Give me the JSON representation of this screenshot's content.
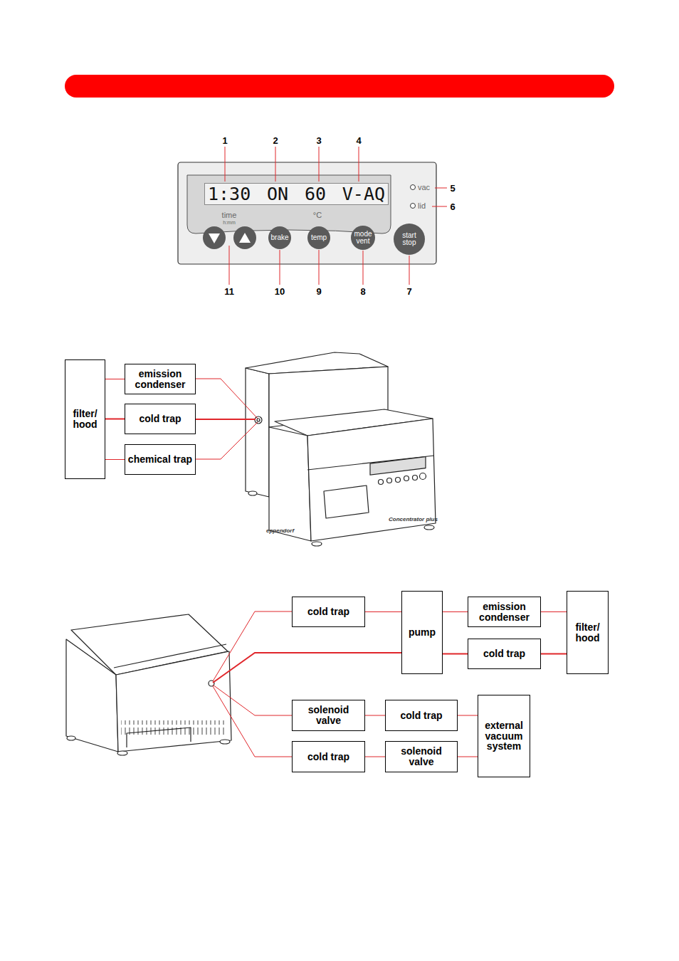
{
  "diagram": {
    "nodes": [
      {
        "text": [
          "1:30",
          "ON",
          "60",
          "V-AQ"
        ]
      },
      {
        "text": [
          "brake"
        ]
      },
      {
        "text": [
          "temp"
        ]
      },
      {
        "text": [
          "mode vent"
        ]
      },
      {
        "text": [
          "start stop"
        ]
      },
      {
        "text": [
          "filter/ hood"
        ]
      },
      {
        "text": [
          "emission condenser"
        ]
      },
      {
        "text": [
          "cold trap"
        ]
      },
      {
        "text": [
          "chemical trap"
        ]
      },
      {
        "text": [
          "cold trap"
        ]
      },
      {
        "text": [
          "pump"
        ]
      },
      {
        "text": [
          "emission condenser"
        ]
      },
      {
        "text": [
          "cold trap"
        ]
      },
      {
        "text": [
          "filter/ hood"
        ]
      },
      {
        "text": [
          "solenoid valve"
        ]
      },
      {
        "text": [
          "cold trap"
        ]
      },
      {
        "text": [
          "external vacuum system"
        ]
      },
      {
        "text": [
          "cold trap"
        ]
      },
      {
        "text": [
          "solenoid valve"
        ]
      }
    ],
    "edges": [
      {
        "from": 5,
        "to": 6,
        "arrow": "none"
      },
      {
        "from": 5,
        "to": 7,
        "arrow": "none"
      },
      {
        "from": 5,
        "to": 8,
        "arrow": "none"
      },
      {
        "from": 9,
        "to": 10,
        "arrow": "none"
      },
      {
        "from": 10,
        "to": 11,
        "arrow": "none"
      },
      {
        "from": 10,
        "to": 12,
        "arrow": "none"
      },
      {
        "from": 11,
        "to": 13,
        "arrow": "none"
      },
      {
        "from": 12,
        "to": 13,
        "arrow": "none"
      },
      {
        "from": 14,
        "to": 15,
        "arrow": "none"
      },
      {
        "from": 15,
        "to": 16,
        "arrow": "none"
      },
      {
        "from": 17,
        "to": 18,
        "arrow": "none"
      },
      {
        "from": 18,
        "to": 16,
        "arrow": "none"
      }
    ],
    "labels": [
      "1",
      "2",
      "3",
      "4",
      "5",
      "6",
      "11",
      "10",
      "9",
      "8",
      "7",
      "time",
      "h:mm",
      "°C",
      "vac",
      "lid",
      "eppendorf",
      "Concentrator plus"
    ]
  }
}
